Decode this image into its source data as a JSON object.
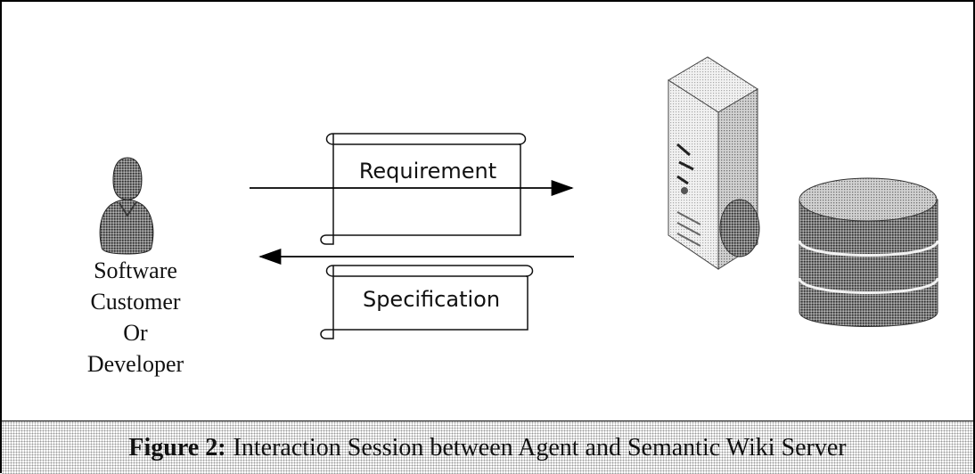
{
  "diagram": {
    "actor": {
      "icon": "person-icon",
      "label_lines": [
        "Software",
        "Customer",
        "Or",
        "Developer"
      ]
    },
    "messages": [
      {
        "label": "Requirement",
        "direction": "right"
      },
      {
        "label": "Specification",
        "direction": "left"
      }
    ],
    "server": {
      "icon": "server-icon"
    },
    "database": {
      "icon": "database-icon"
    }
  },
  "caption": {
    "prefix": "Figure 2:",
    "text": "Interaction Session between Agent and Semantic Wiki Server"
  }
}
